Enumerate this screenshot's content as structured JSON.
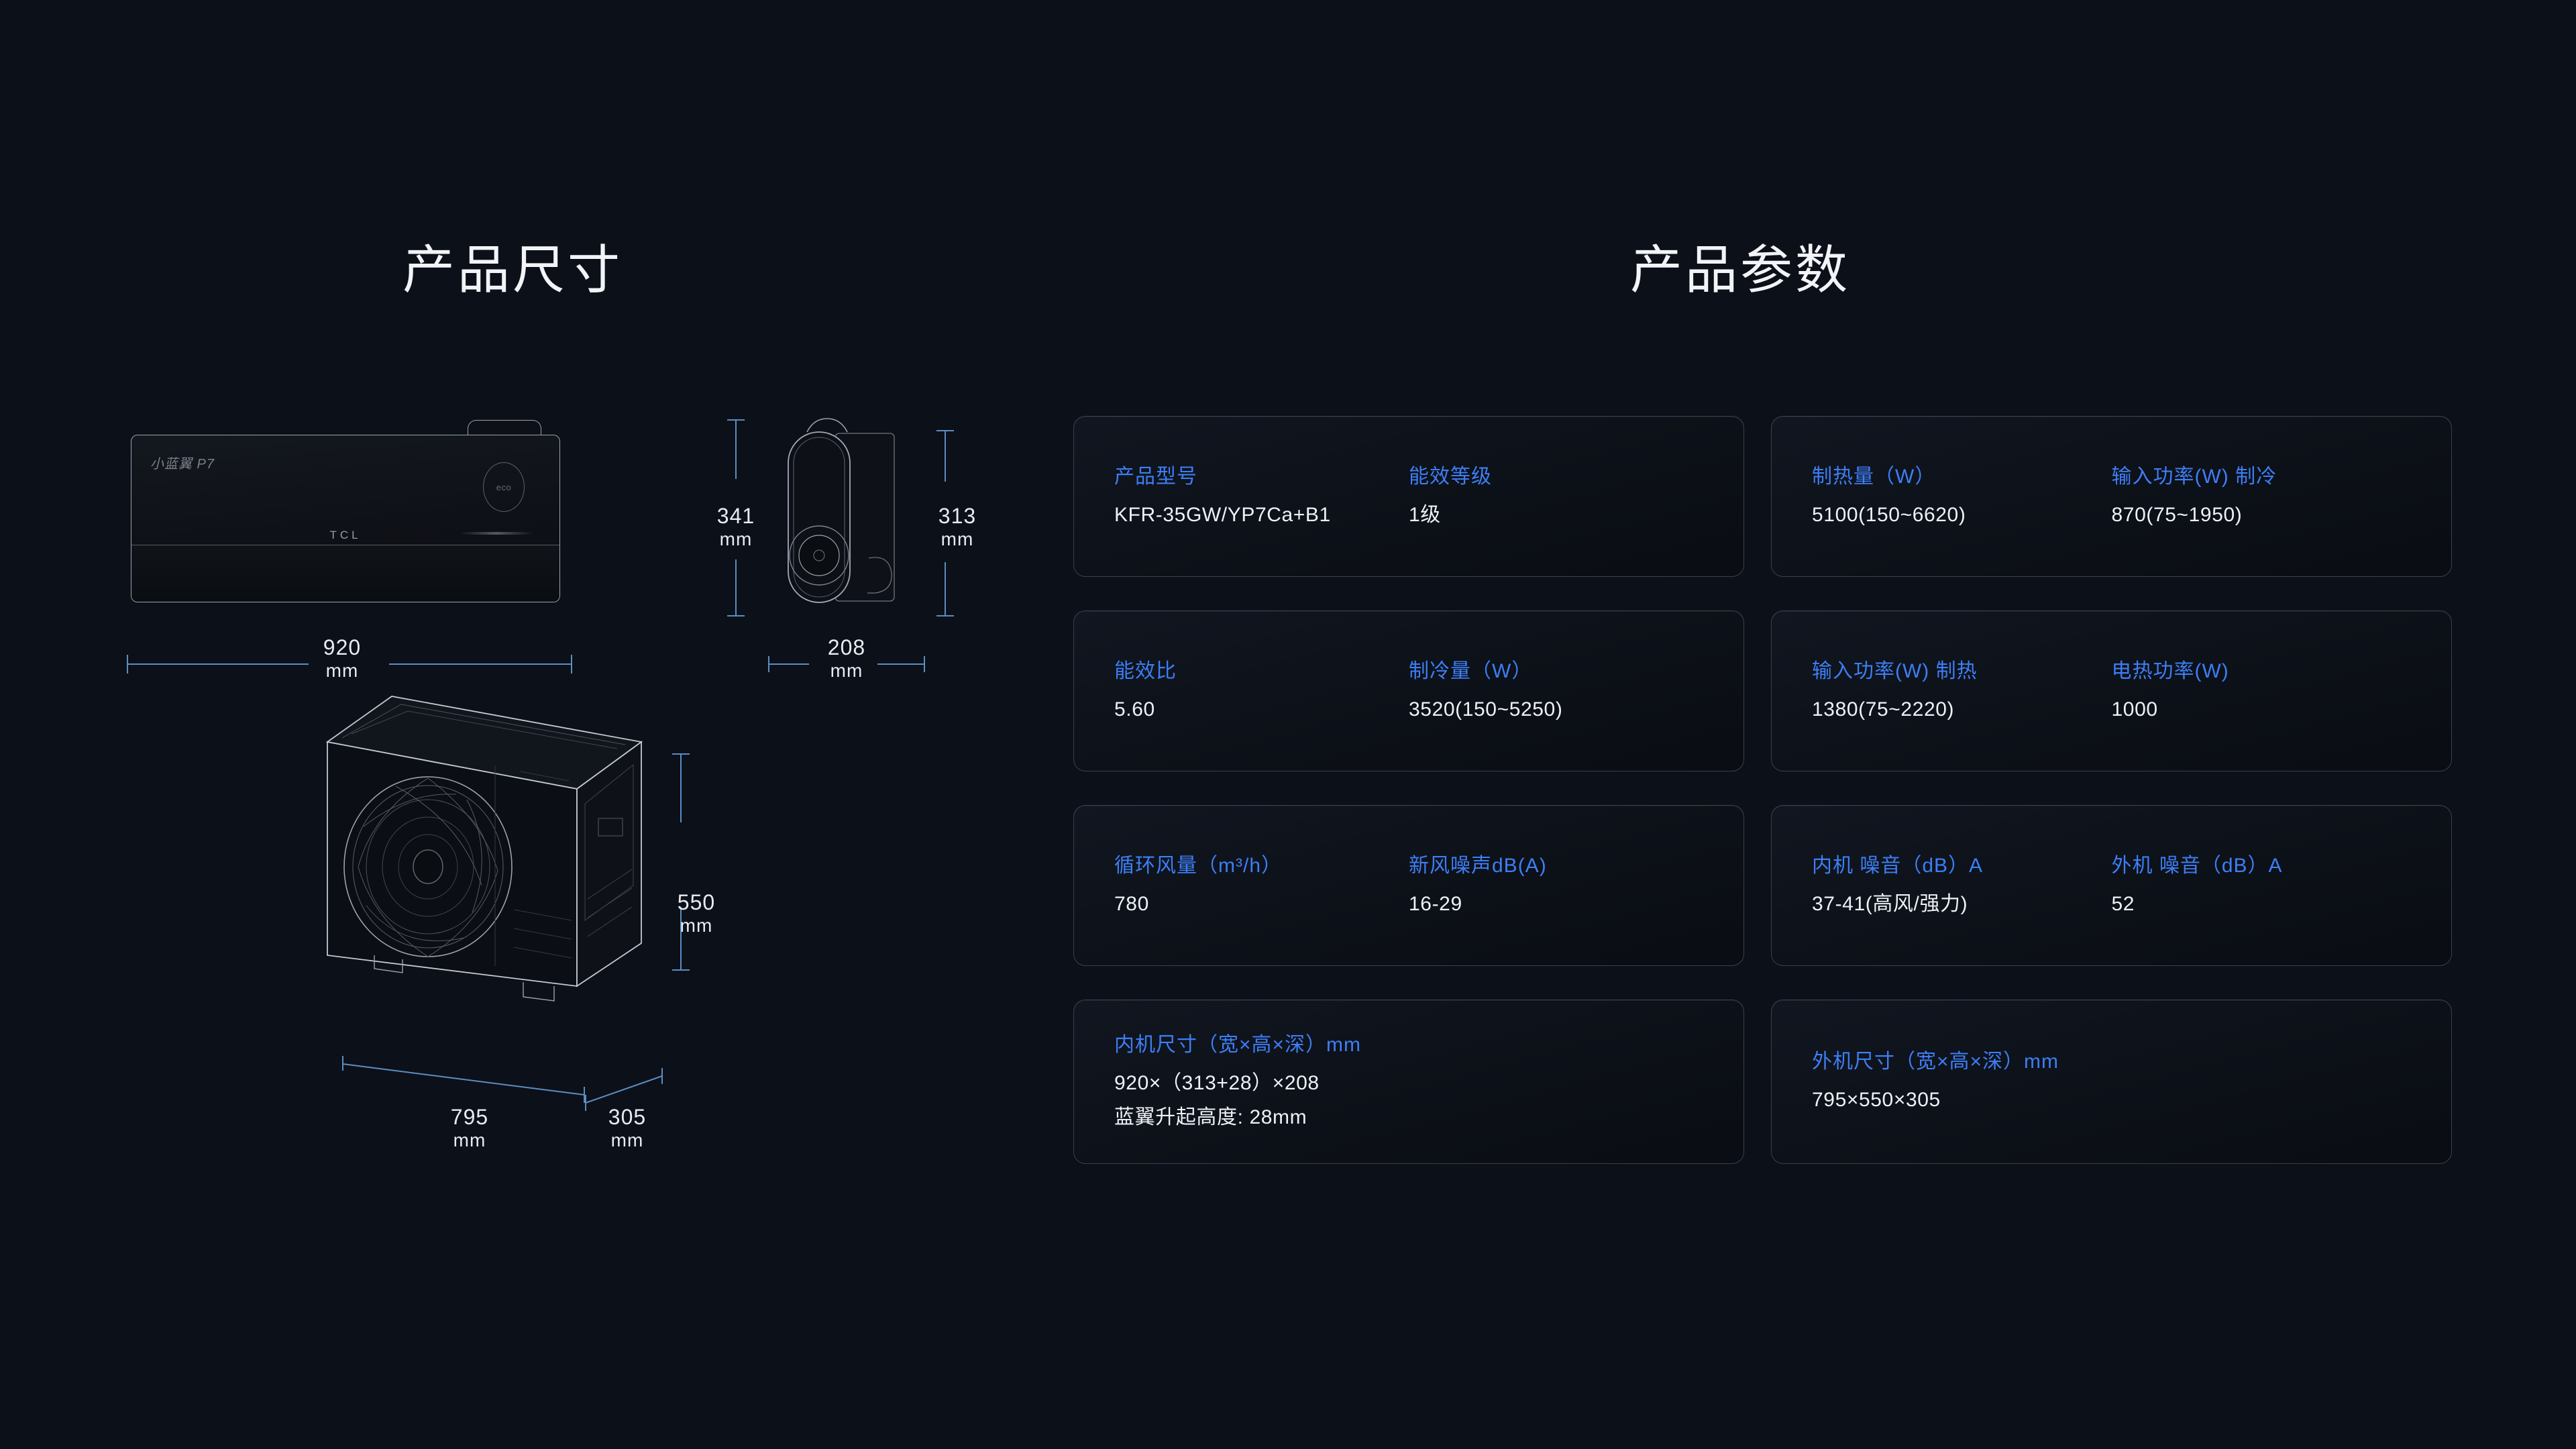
{
  "sections": {
    "dimensions_title": "产品尺寸",
    "parameters_title": "产品参数"
  },
  "diagrams": {
    "indoor_front": {
      "brand_mark": "小蓝翼 P7",
      "logo": "TCL",
      "badge_text": "eco",
      "width_value": "920",
      "width_unit": "mm"
    },
    "indoor_side": {
      "height_total_value": "341",
      "height_total_unit": "mm",
      "height_body_value": "313",
      "height_body_unit": "mm",
      "depth_value": "208",
      "depth_unit": "mm"
    },
    "outdoor": {
      "width_value": "795",
      "width_unit": "mm",
      "height_value": "550",
      "height_unit": "mm",
      "depth_value": "305",
      "depth_unit": "mm"
    }
  },
  "colors": {
    "background": "#0c1018",
    "accent_blue": "#3d7ef5",
    "dimension_line": "#5b8dc4",
    "card_border": "#39414e",
    "text_primary": "#eef1f6"
  },
  "cards": {
    "left_column": [
      {
        "fields": [
          {
            "label": "产品型号",
            "value": "KFR-35GW/YP7Ca+B1"
          },
          {
            "label": "能效等级",
            "value": "1级"
          }
        ]
      },
      {
        "fields": [
          {
            "label": "能效比",
            "value": "5.60"
          },
          {
            "label": "制冷量（W）",
            "value": "3520(150~5250)"
          }
        ]
      },
      {
        "fields": [
          {
            "label": "循环风量（m³/h）",
            "value": "780"
          },
          {
            "label": "新风噪声dB(A)",
            "value": "16-29"
          }
        ]
      },
      {
        "fields": [
          {
            "label": "内机尺寸（宽×高×深）mm",
            "value": "920×（313+28）×208",
            "value2": "蓝翼升起高度: 28mm"
          }
        ]
      }
    ],
    "right_column": [
      {
        "fields": [
          {
            "label": "制热量（W）",
            "value": "5100(150~6620)"
          },
          {
            "label": "输入功率(W) 制冷",
            "value": "870(75~1950)"
          }
        ]
      },
      {
        "fields": [
          {
            "label": "输入功率(W) 制热",
            "value": "1380(75~2220)"
          },
          {
            "label": "电热功率(W)",
            "value": "1000"
          }
        ]
      },
      {
        "fields": [
          {
            "label": "内机 噪音（dB）A",
            "value": "37-41(高风/强力)"
          },
          {
            "label": "外机 噪音（dB）A",
            "value": "52"
          }
        ]
      },
      {
        "fields": [
          {
            "label": "外机尺寸（宽×高×深）mm",
            "value": "795×550×305"
          }
        ]
      }
    ]
  }
}
